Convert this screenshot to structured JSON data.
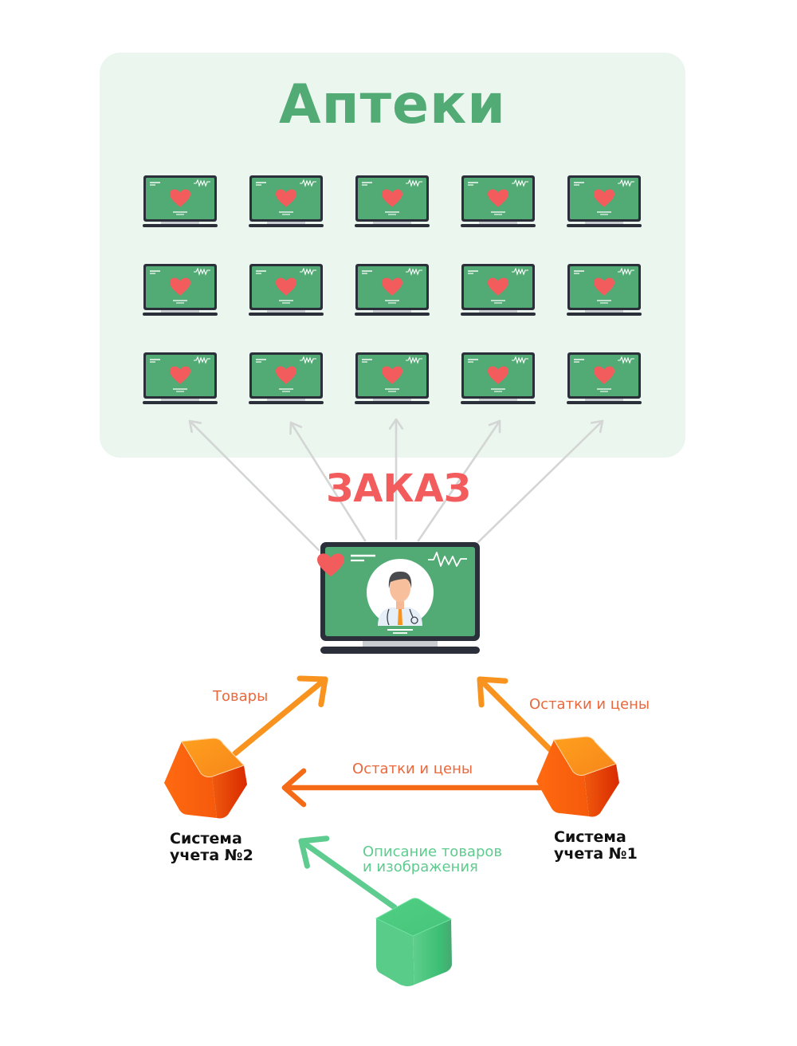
{
  "header": {
    "title": "Аптеки"
  },
  "order_label": "ЗАКАЗ",
  "pharmacies": {
    "rows": 3,
    "columns": 5,
    "icon": "laptop-heart-icon"
  },
  "central": {
    "icon": "laptop-doctor-icon"
  },
  "flows": [
    {
      "label": "Товары",
      "from": "Система учета №2",
      "to": "central-laptop"
    },
    {
      "label": "Остатки и цены",
      "from": "Система учета №1",
      "to": "central-laptop"
    },
    {
      "label": "Остатки и цены",
      "from": "Система учета №1",
      "to": "Система учета №2"
    },
    {
      "label_line1": "Описание товаров",
      "label_line2": "и изображения",
      "from": "content-source",
      "to": "Система учета №2"
    }
  ],
  "systems": [
    {
      "line1": "Система",
      "line2": "учета №2"
    },
    {
      "line1": "Система",
      "line2": "учета №1"
    }
  ],
  "colors": {
    "panel_bg": "#ebf6ef",
    "title": "#52aa74",
    "order": "#f25c5c",
    "screen": "#52aa74",
    "frame": "#2b2f3a",
    "heart": "#f25c5c",
    "orange_arrow": "#f7931e",
    "orange_label": "#e9693d",
    "green_arrow": "#5ecb8f",
    "gray_arrow": "#d3d6d4"
  }
}
